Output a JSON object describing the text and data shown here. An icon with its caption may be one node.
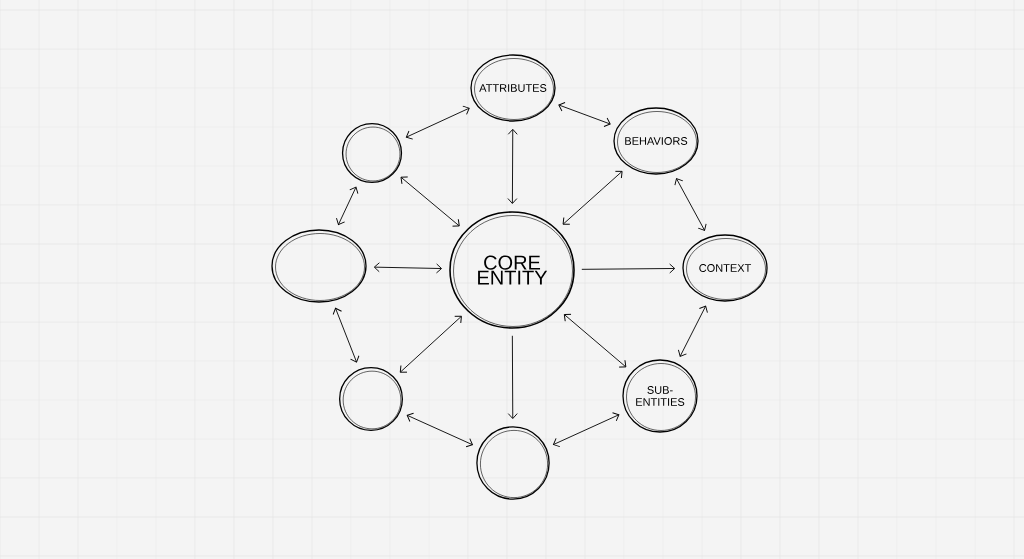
{
  "diagram": {
    "nodes": [
      {
        "text": [
          "CORE ENTITY"
        ]
      },
      {
        "text": [
          "ATTRIBUTES"
        ]
      },
      {
        "text": [
          "BEHAVIORS"
        ]
      },
      {
        "text": [
          "CONTEXT"
        ]
      },
      {
        "text": [
          "SUB- ENTITIES"
        ]
      },
      {
        "text": [],
        "shape": "circle"
      },
      {
        "text": [],
        "shape": "circle"
      },
      {
        "text": [],
        "shape": "ellipse"
      },
      {
        "text": [],
        "shape": "circle"
      }
    ],
    "edges": [
      {
        "from": 0,
        "to": 1,
        "arrow": "both"
      },
      {
        "from": 0,
        "to": 2,
        "arrow": "both"
      },
      {
        "from": 0,
        "to": 3,
        "arrow": "to"
      },
      {
        "from": 0,
        "to": 4,
        "arrow": "both"
      },
      {
        "from": 0,
        "to": 5,
        "arrow": "to"
      },
      {
        "from": 0,
        "to": 6,
        "arrow": "both"
      },
      {
        "from": 0,
        "to": 7,
        "arrow": "both"
      },
      {
        "from": 0,
        "to": 8,
        "arrow": "both"
      },
      {
        "from": 1,
        "to": 2,
        "arrow": "both"
      },
      {
        "from": 2,
        "to": 3,
        "arrow": "both"
      },
      {
        "from": 3,
        "to": 4,
        "arrow": "both"
      },
      {
        "from": 4,
        "to": 5,
        "arrow": "both"
      },
      {
        "from": 5,
        "to": 6,
        "arrow": "both"
      },
      {
        "from": 6,
        "to": 7,
        "arrow": "both"
      },
      {
        "from": 7,
        "to": 8,
        "arrow": "both"
      },
      {
        "from": 8,
        "to": 1,
        "arrow": "both"
      }
    ]
  }
}
